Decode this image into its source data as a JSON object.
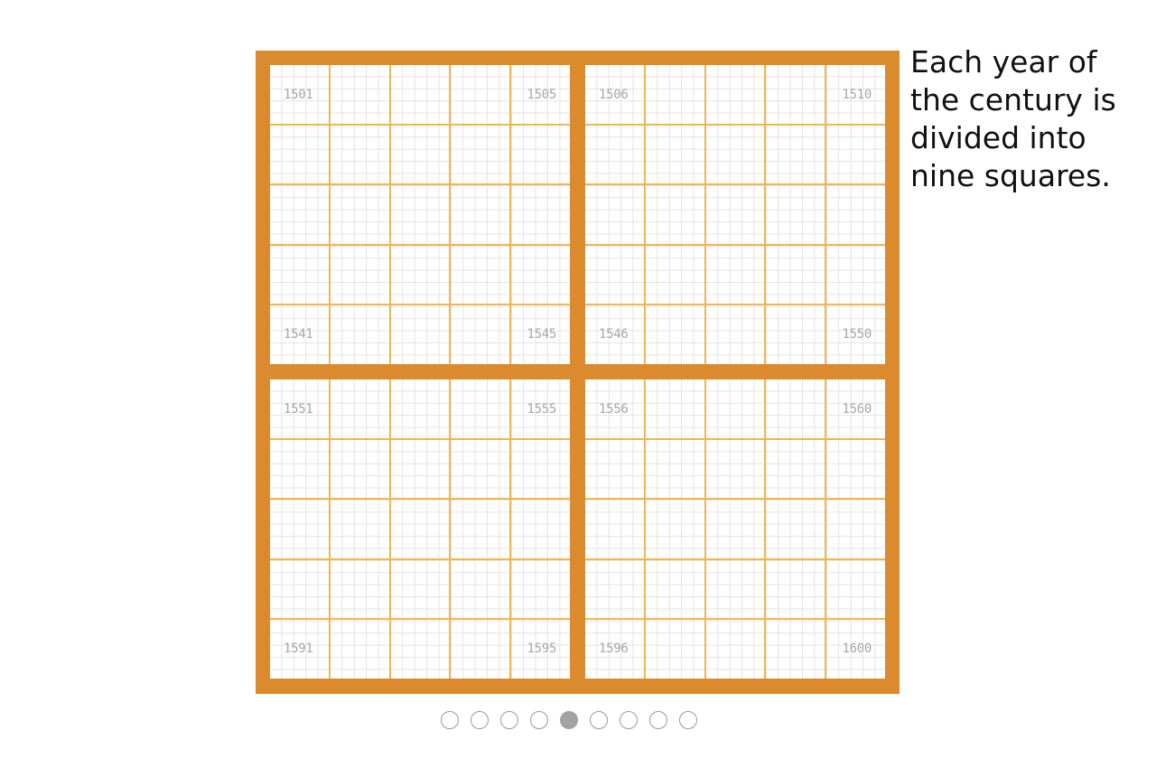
{
  "caption": "Each year of the century is divided into nine squares.",
  "colors": {
    "frame": "#dc8a2e",
    "year_lines": "#f0b651",
    "minor_grid": "#e3e3e3",
    "year_label": "#a6a6a6"
  },
  "quadrants": {
    "top_left": {
      "corner_years": {
        "top_left": "1501",
        "top_right": "1505",
        "bottom_left": "1541",
        "bottom_right": "1545"
      }
    },
    "top_right": {
      "corner_years": {
        "top_left": "1506",
        "top_right": "1510",
        "bottom_left": "1546",
        "bottom_right": "1550"
      }
    },
    "bottom_left": {
      "corner_years": {
        "top_left": "1551",
        "top_right": "1555",
        "bottom_left": "1591",
        "bottom_right": "1595"
      }
    },
    "bottom_right": {
      "corner_years": {
        "top_left": "1556",
        "top_right": "1560",
        "bottom_left": "1596",
        "bottom_right": "1600"
      }
    }
  },
  "grid": {
    "quadrant_years_per_row": 5,
    "quadrant_year_rows": 5,
    "squares_per_year": 9
  },
  "pagination": {
    "total_slides": 9,
    "active_slide": 5
  }
}
